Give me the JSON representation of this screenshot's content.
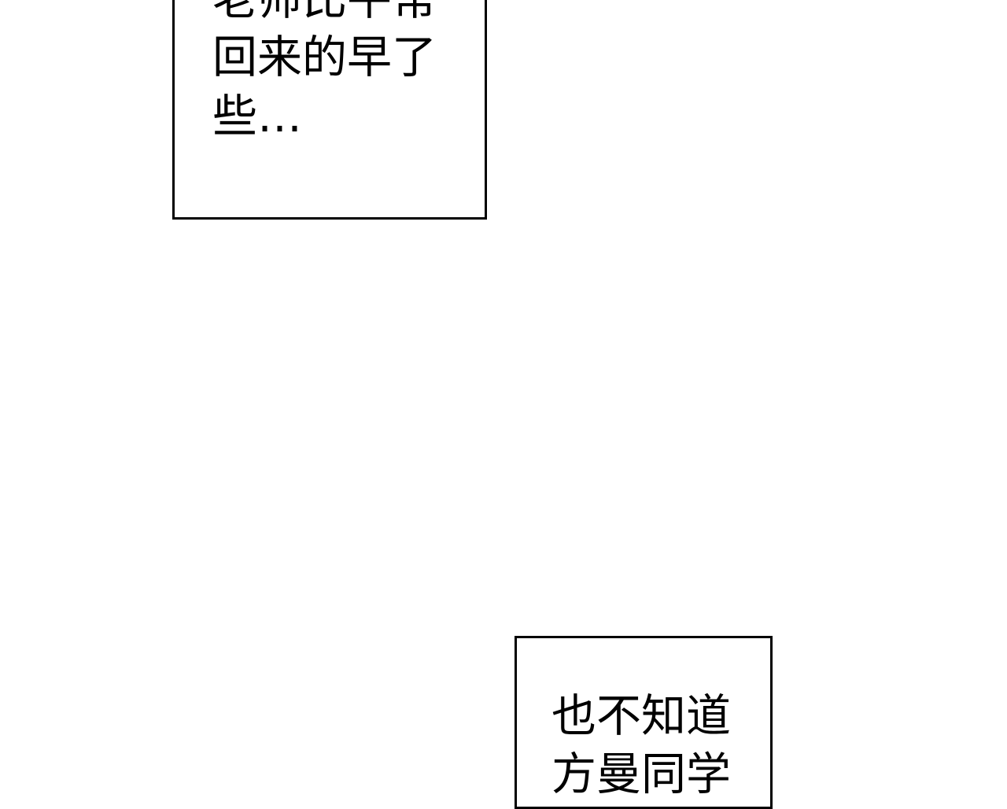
{
  "captions": [
    {
      "lines": [
        "老师比平常",
        "回来的早了",
        "些…"
      ]
    },
    {
      "lines": [
        "也不知道",
        "方曼同学"
      ]
    }
  ]
}
